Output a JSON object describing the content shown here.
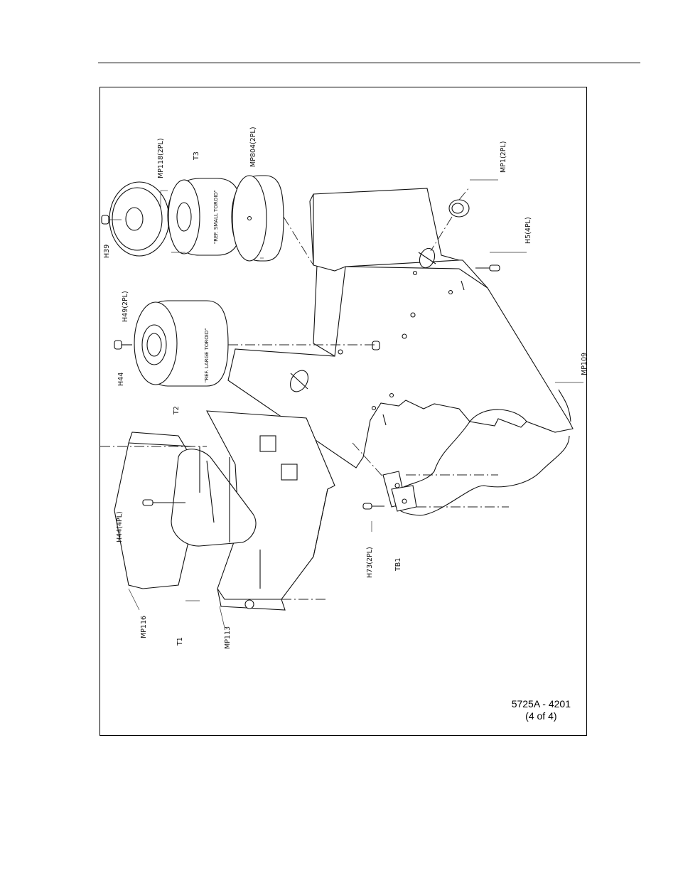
{
  "document": {
    "figure_id": "5725A - 4201",
    "figure_page": "(4 of 4)"
  },
  "callouts": {
    "h39": "H39",
    "mp118": "MP118(2PL)",
    "t3": "T3",
    "mp804": "MP804(2PL)",
    "t3_note": "\"REF. SMALL TOROID\"",
    "h44_top": "H44",
    "h49": "H49(2PL)",
    "t2": "T2",
    "t2_note": "\"REF. LARGE TOROID\"",
    "mp1": "MP1(2PL)",
    "h5": "H5(4PL)",
    "mp109": "MP109",
    "h44_4pl": "H44(4PL)",
    "mp116": "MP116",
    "t1": "T1",
    "mp113": "MP113",
    "h73": "H73(2PL)",
    "tb1": "TB1"
  }
}
